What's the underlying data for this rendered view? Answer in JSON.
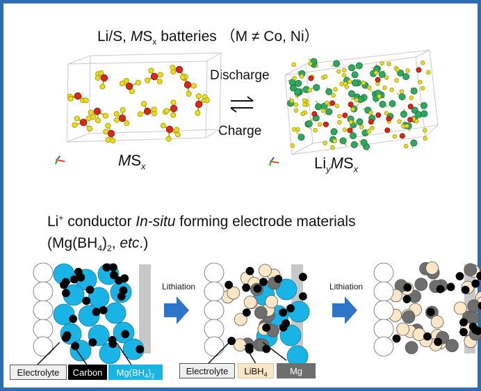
{
  "top": {
    "heading_pre": "Li/S, ",
    "heading_m": "M",
    "heading_s": "S",
    "heading_sub": "x",
    "heading_post": " batteries （M ≠ Co, Ni）",
    "discharge": "Discharge",
    "charge": "Charge",
    "left_label_m": "M",
    "left_label_s": "S",
    "left_label_sub": "x",
    "right_label_li": "Li",
    "right_label_y": "y",
    "right_label_m": "M",
    "right_label_s": "S",
    "right_label_x": "x"
  },
  "bottom": {
    "line1_pre": "Li",
    "line1_sup": "+",
    "line1_mid": " conductor ",
    "line1_italic": "In-situ",
    "line1_post": " forming electrode materials",
    "line2_pre": "(Mg(BH",
    "line2_sub4": "4",
    "line2_mid": ")",
    "line2_sub2": "2",
    "line2_comma": ", ",
    "line2_etc": "etc",
    "line2_end": ".)",
    "lithiation_1": "Lithiation",
    "lithiation_2": "Lithiation",
    "legend_left": {
      "electrolyte": "Electrolyte",
      "carbon": "Carbon",
      "mgbh_pre": "Mg(BH",
      "mgbh_sub4": "4",
      "mgbh_mid": ")",
      "mgbh_sub2": "2"
    },
    "legend_mid": {
      "electrolyte": "Electrolyte",
      "libh_pre": "LiBH",
      "libh_sub": "4",
      "mg": "Mg"
    }
  },
  "colors": {
    "frame": "#2f6db3",
    "mgbh4": "#1ab3e6",
    "carbon": "#000000",
    "libh4": "#fbe7c6",
    "mg": "#6e6e6e",
    "collector": "#c8c8c8",
    "arrow": "#2e75c8"
  }
}
